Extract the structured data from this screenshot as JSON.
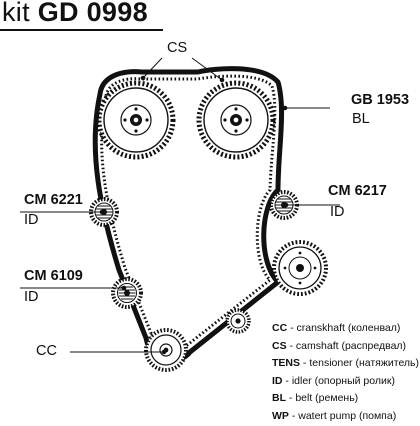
{
  "title": {
    "prefix": "kit",
    "code": "GD 0998"
  },
  "labels": {
    "cs": "CS",
    "belt_code": "GB 1953",
    "belt_role": "BL",
    "idler_top_left_code": "CM 6221",
    "idler_top_left_role": "ID",
    "idler_top_right_code": "CM 6217",
    "idler_top_right_role": "ID",
    "idler_bottom_left_code": "CM 6109",
    "idler_bottom_left_role": "ID",
    "cc": "CC"
  },
  "legend": [
    {
      "abbr": "CC",
      "text": " - cranskhaft (коленвал)"
    },
    {
      "abbr": "CS",
      "text": " - camshaft (распредвал)"
    },
    {
      "abbr": "TENS",
      "text": " - tensioner (натяжитель)"
    },
    {
      "abbr": "ID",
      "text": " - idler (опорный ролик)"
    },
    {
      "abbr": "BL",
      "text": " - belt (ремень)"
    },
    {
      "abbr": "WP",
      "text": " - watert pump (помпа)"
    }
  ],
  "colors": {
    "ink": "#111111",
    "background": "#ffffff"
  }
}
